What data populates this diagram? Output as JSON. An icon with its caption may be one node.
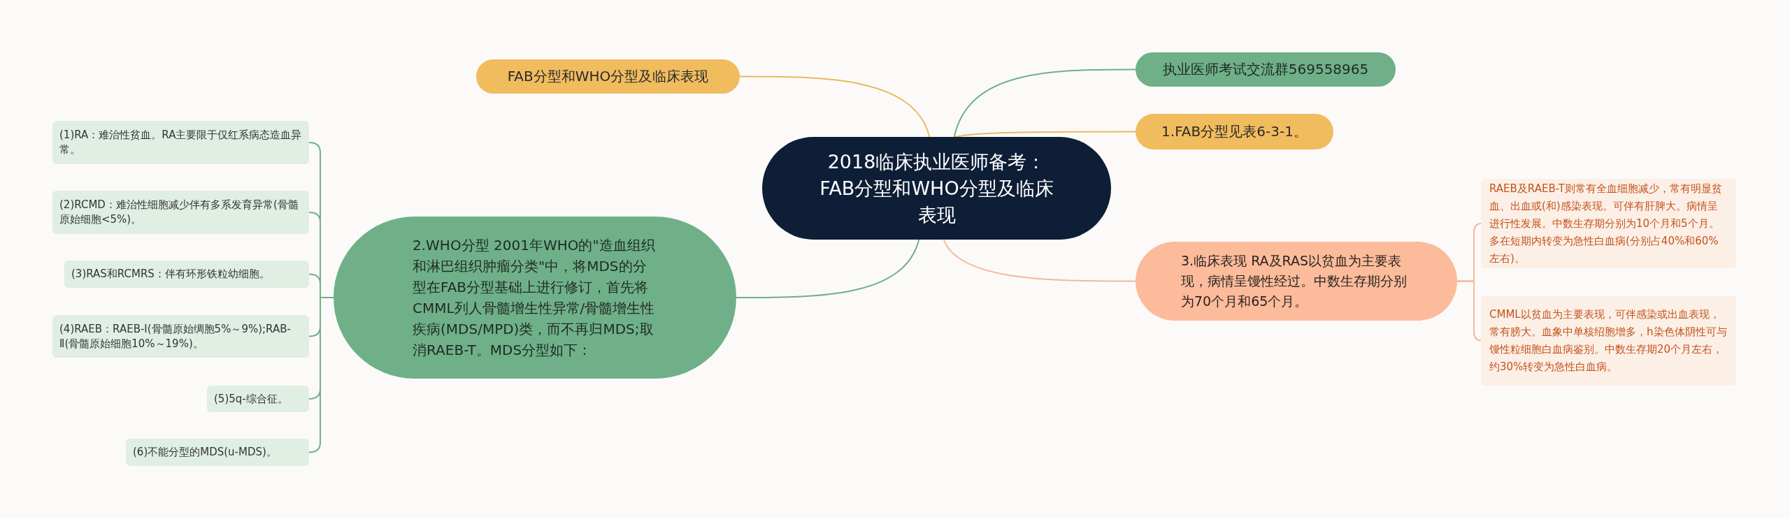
{
  "diagram": {
    "nodes": [
      {
        "text": [
          "2018临床执业医师备考：FAB分型和WHO分型及临床表现"
        ]
      },
      {
        "text": [
          "FAB分型和WHO分型及临床表现"
        ]
      },
      {
        "text": [
          "执业医师考试交流群569558965"
        ]
      },
      {
        "text": [
          "1.FAB分型见表6-3-1。"
        ]
      },
      {
        "text": [
          "2.WHO分型 2001年WHO的\"造血组织和淋巴组织肿瘤分类\"中，将MDS的分型在FAB分型基础上进行修订，首先将CMML列人骨髓增生性异常/骨髓增生性疾病(MDS/MPD)类，而不再归MDS;取消RAEB-T。MDS分型如下："
        ]
      },
      {
        "text": [
          "(1)RA：难治性贫血。RA主要限于仅红系病态造血异常。"
        ]
      },
      {
        "text": [
          "(2)RCMD：难治性细胞减少伴有多系发育异常(骨髓原始细胞<5%)。"
        ]
      },
      {
        "text": [
          "(3)RAS和RCMRS：伴有环形铁粒幼细胞。"
        ]
      },
      {
        "text": [
          "(4)RAEB：RAEB-Ⅰ(骨髓原始绸胞5%～9%);RAB-Ⅱ(骨髓原始细胞10%～19%)。"
        ]
      },
      {
        "text": [
          "(5)5q-综合征。"
        ]
      },
      {
        "text": [
          "(6)不能分型的MDS(u-MDS)。"
        ]
      },
      {
        "text": [
          "3.临床表现 RA及RAS以贫血为主要表现，病情呈馒性经过。中数生存期分别为70个月和65个月。"
        ]
      },
      {
        "text": [
          "RAEB及RAEB-T则常有全血细胞减少，常有明显贫血、出血或(和)感染表现。可伴有肝脾大。病情呈进行性发展。中数生存期分别为10个月和5个月。多在短期内转变为急性白血病(分别占40%和60%左右)。"
        ]
      },
      {
        "text": [
          "CMML以贫血为主要表现，可伴感染或出血表现，常有膀大。血象中单核绍胞增多，h染色体阴性可与馒性粒细胞白血病鉴别。中数生存期20个月左右，约30%转变为急性白血病。"
        ]
      }
    ],
    "edges": [
      {
        "from": 0,
        "to": 1,
        "arrow": "none",
        "color": "#e8b95c"
      },
      {
        "from": 0,
        "to": 2,
        "arrow": "none"
      },
      {
        "from": 0,
        "to": 3,
        "arrow": "none",
        "color": "#e8b95c"
      },
      {
        "from": 0,
        "to": 4,
        "arrow": "none"
      },
      {
        "from": 0,
        "to": 11,
        "arrow": "none",
        "color": "#f4b79a"
      },
      {
        "from": 4,
        "to": 5,
        "arrow": "none"
      },
      {
        "from": 4,
        "to": 6,
        "arrow": "none"
      },
      {
        "from": 4,
        "to": 7,
        "arrow": "none"
      },
      {
        "from": 4,
        "to": 8,
        "arrow": "none"
      },
      {
        "from": 4,
        "to": 9,
        "arrow": "none"
      },
      {
        "from": 4,
        "to": 10,
        "arrow": "none"
      },
      {
        "from": 11,
        "to": 12,
        "arrow": "none",
        "color": "#f4b79a"
      },
      {
        "from": 11,
        "to": 13,
        "arrow": "none",
        "color": "#f4b79a"
      }
    ]
  }
}
